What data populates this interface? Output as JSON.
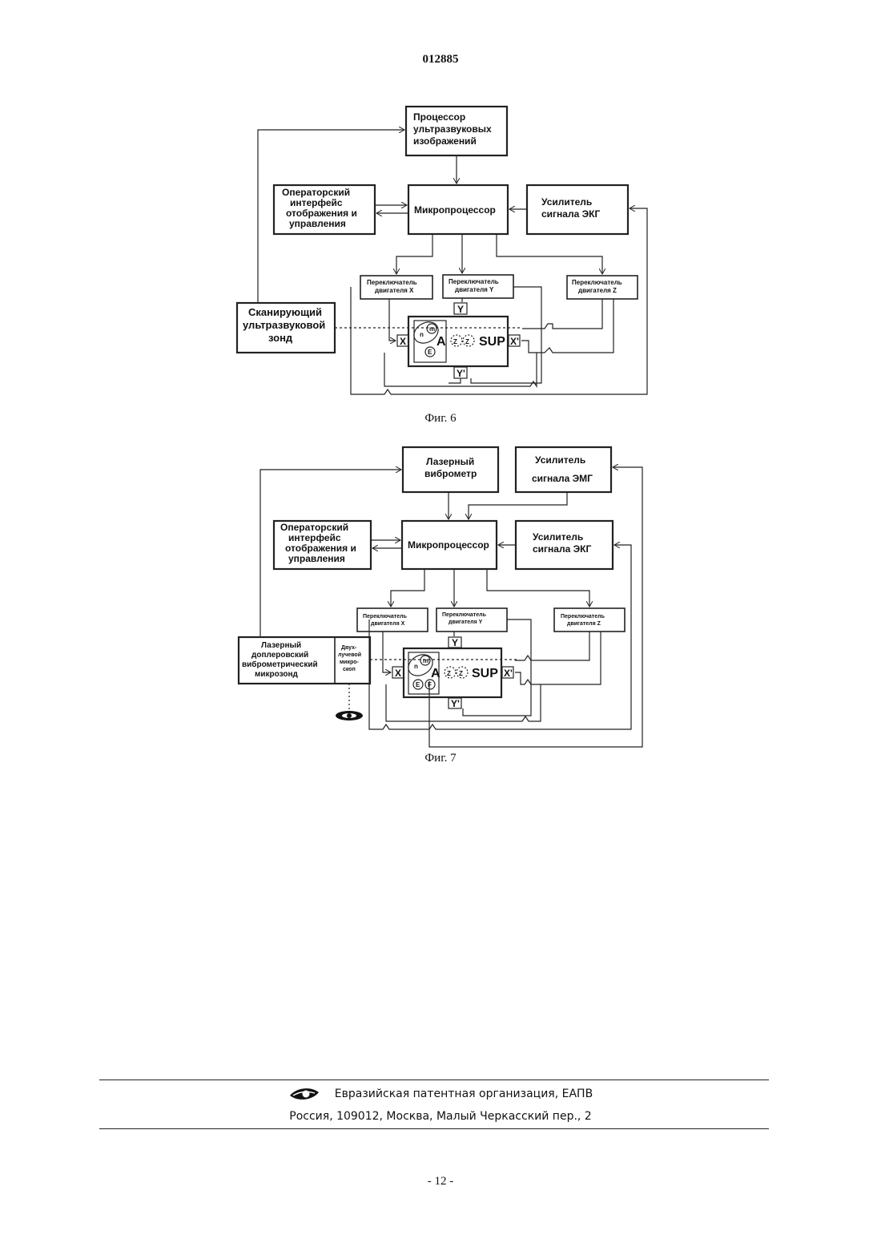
{
  "header": {
    "doc_number": "012885"
  },
  "fig6": {
    "caption": "Фиг. 6",
    "processor": [
      "Процессор",
      "ультразвуковых",
      "изображений"
    ],
    "operator": [
      "Операторский",
      "интерфейс",
      "отображения и",
      "управления"
    ],
    "micro": "Микропроцессор",
    "ecg": [
      "Усилитель",
      "сигнала ЭКГ"
    ],
    "switch_x": [
      "Переключатель",
      "двигателя X"
    ],
    "switch_y": [
      "Переключатель",
      "двигателя Y"
    ],
    "switch_z": [
      "Переключатель",
      "двигателя Z"
    ],
    "probe": [
      "Сканирующий",
      "ультразвуковой",
      "зонд"
    ]
  },
  "fig7": {
    "caption": "Фиг. 7",
    "vibrometer": [
      "Лазерный",
      "виброметр"
    ],
    "emg": [
      "Усилитель",
      "сигнала ЭМГ"
    ],
    "operator": [
      "Операторский",
      "интерфейс",
      "отображения и",
      "управления"
    ],
    "micro": "Микропроцессор",
    "ecg": [
      "Усилитель",
      "сигнала ЭКГ"
    ],
    "switch_x": [
      "Переключатель",
      "двигателя X"
    ],
    "switch_y": [
      "Переключатель",
      "двигателя Y"
    ],
    "switch_z": [
      "Переключатель",
      "двигателя Z"
    ],
    "probe": [
      "Лазерный",
      "доплеровский",
      "виброметрический",
      "микрозонд"
    ],
    "microscope": [
      "Двух-",
      "лучевой",
      "микро-",
      "скоп"
    ]
  },
  "stage": {
    "label_a": "A",
    "label_sup": "SUP",
    "label_n": "n",
    "label_m": "m",
    "label_e": "E",
    "label_f": "F",
    "label_z": "Z",
    "label_x": "X",
    "label_x2": "X'",
    "label_y": "Y",
    "label_y2": "Y'"
  },
  "footer": {
    "org": "Евразийская патентная организация, ЕАПВ",
    "address": "Россия, 109012, Москва, Малый Черкасский пер., 2"
  },
  "page": {
    "number": "- 12 -"
  }
}
